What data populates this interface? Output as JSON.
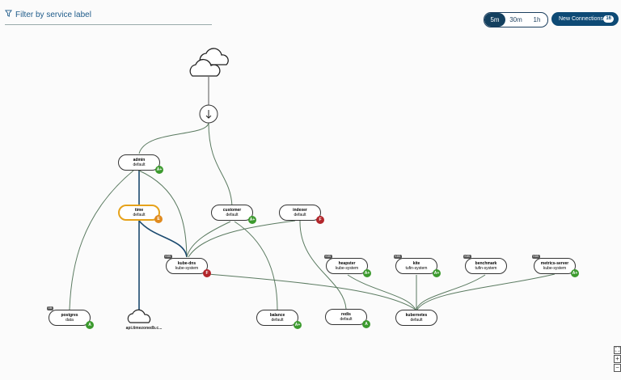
{
  "filter": {
    "icon": "filter-icon",
    "label": "Filter by service label"
  },
  "time_range": {
    "options": [
      "5m",
      "30m",
      "1h"
    ],
    "selected": "5m"
  },
  "new_connections": {
    "label": "New Connections",
    "count": "16"
  },
  "internet_node": {
    "icon": "cloud-icon"
  },
  "ingress_node": {
    "icon": "arrow-down-icon"
  },
  "external_node": {
    "icon": "cloud-icon",
    "label": "api.timezonedb.c..."
  },
  "colors": {
    "accent": "#0e4a75",
    "selected_border": "#e6a21a",
    "grade_green": "#3c9a2e",
    "grade_red": "#b3262b",
    "grade_orange": "#e08a1e"
  },
  "nodes": [
    {
      "id": "admin",
      "name": "admin",
      "namespace": "default",
      "grade": "A+",
      "grade_color": "green",
      "tag": ""
    },
    {
      "id": "time",
      "name": "time",
      "namespace": "default",
      "grade": "E",
      "grade_color": "orange",
      "tag": "",
      "selected": true
    },
    {
      "id": "customer",
      "name": "customer",
      "namespace": "default",
      "grade": "A+",
      "grade_color": "green",
      "tag": ""
    },
    {
      "id": "indexer",
      "name": "indexer",
      "namespace": "default",
      "grade": "F",
      "grade_color": "red",
      "tag": ""
    },
    {
      "id": "kubedns",
      "name": "kube-dns",
      "namespace": "kube-system",
      "grade": "F",
      "grade_color": "red",
      "tag": "K8S"
    },
    {
      "id": "heapster",
      "name": "heapster",
      "namespace": "kube-system",
      "grade": "A+",
      "grade_color": "green",
      "tag": "K8S"
    },
    {
      "id": "kite",
      "name": "kite",
      "namespace": "tufin-system",
      "grade": "A+",
      "grade_color": "green",
      "tag": "K8S"
    },
    {
      "id": "benchmark",
      "name": "benchmark",
      "namespace": "tufin-system",
      "grade": "",
      "grade_color": "",
      "tag": "K8S"
    },
    {
      "id": "metrics",
      "name": "metrics-server",
      "namespace": "kube-system",
      "grade": "A+",
      "grade_color": "green",
      "tag": "K8S"
    },
    {
      "id": "postgres",
      "name": "postgres",
      "namespace": "data",
      "grade": "A",
      "grade_color": "green",
      "tag": "DB"
    },
    {
      "id": "balance",
      "name": "balance",
      "namespace": "default",
      "grade": "A+",
      "grade_color": "green",
      "tag": ""
    },
    {
      "id": "redis",
      "name": "redis",
      "namespace": "default",
      "grade": "A",
      "grade_color": "green",
      "tag": ""
    },
    {
      "id": "kubernetes",
      "name": "kubernetes",
      "namespace": "default",
      "grade": "",
      "grade_color": "",
      "tag": ""
    }
  ],
  "zoom": {
    "fit_icon": "fit-screen-icon",
    "in_label": "+",
    "out_label": "−"
  }
}
